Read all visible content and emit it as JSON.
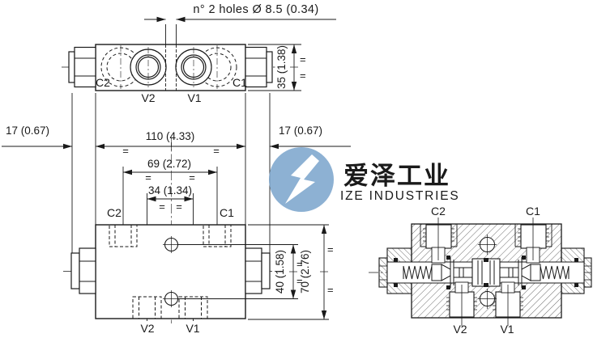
{
  "watermark": {
    "logo_cn": "爱泽工业",
    "logo_en": "IZE INDUSTRIES",
    "logo_color": "#7da6cd",
    "cn_color": "#8c8c8c",
    "en_color": "#9a9a9a"
  },
  "dimensions": {
    "holes_note": "n° 2 holes Ø 8.5 (0.34)",
    "height_top": "35 (1.38)",
    "offset_left": "17 (0.67)",
    "offset_right": "17 (0.67)",
    "width_total": "110 (4.33)",
    "spacing_c": "69 (2.72)",
    "spacing_v": "34 (1.34)",
    "hole_spacing": "40 (1.58)",
    "height_front": "70 (2.76)",
    "symmetry": "="
  },
  "ports": {
    "c1": "C1",
    "c2": "C2",
    "v1": "V1",
    "v2": "V2"
  },
  "line_color": "#1a1a1a"
}
